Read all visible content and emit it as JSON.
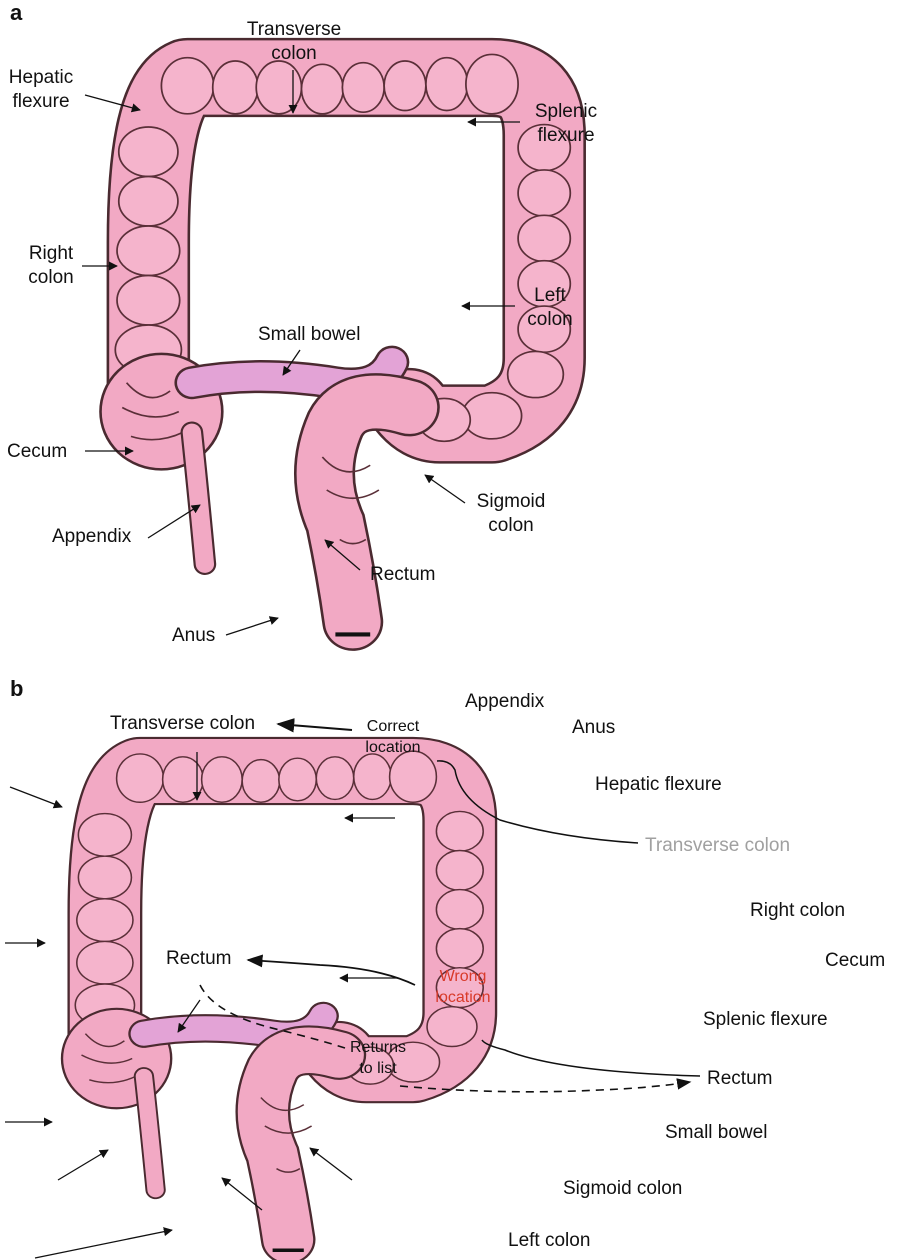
{
  "panel_a": {
    "letter": "a",
    "labels": {
      "transverse_colon": "Transverse colon",
      "hepatic_flexure": "Hepatic flexure",
      "splenic_flexure": "Splenic flexure",
      "right_colon": "Right colon",
      "left_colon": "Left colon",
      "small_bowel": "Small bowel",
      "cecum": "Cecum",
      "appendix": "Appendix",
      "sigmoid_colon": "Sigmoid colon",
      "rectum": "Rectum",
      "anus": "Anus"
    }
  },
  "panel_b": {
    "letter": "b",
    "placed": {
      "transverse_colon": "Transverse colon",
      "rectum": "Rectum"
    },
    "notes": {
      "correct_location": "Correct location",
      "wrong_location": "Wrong location",
      "returns_to_list": "Returns to list"
    },
    "word_list": {
      "appendix": "Appendix",
      "anus": "Anus",
      "hepatic_flexure": "Hepatic flexure",
      "transverse_colon": "Transverse colon",
      "right_colon": "Right colon",
      "cecum": "Cecum",
      "splenic_flexure": "Splenic flexure",
      "rectum": "Rectum",
      "small_bowel": "Small bowel",
      "sigmoid_colon": "Sigmoid colon",
      "left_colon": "Left colon"
    }
  },
  "colors": {
    "colon_fill": "#f2a9c4",
    "colon_stroke": "#4a2a30",
    "small_bowel_fill": "#e3a3d6",
    "wrong_text": "#d93a2a",
    "greyed_text": "#a0a0a0"
  }
}
